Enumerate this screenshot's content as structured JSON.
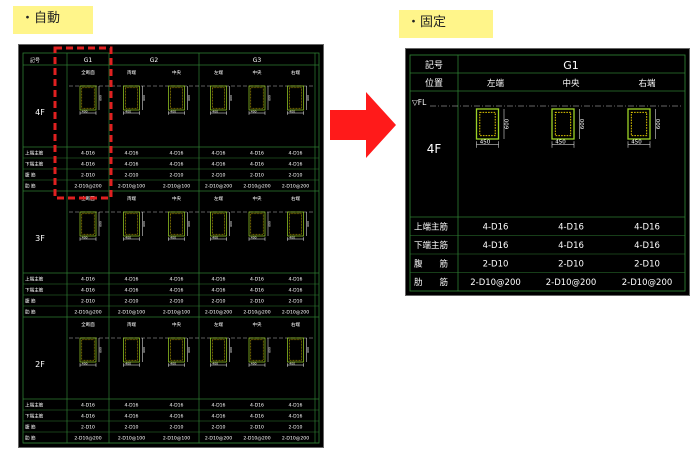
{
  "labels": {
    "auto": "・自動",
    "fixed": "・固定"
  },
  "colors": {
    "grid": "#2e7d32",
    "section": "#9cd126",
    "rebar": "#ffe400",
    "highlight": "#e02020",
    "arrow": "#ff1a1a"
  },
  "left": {
    "header": {
      "sign": "記号",
      "beams": [
        "G1",
        "G2",
        "G3"
      ]
    },
    "floors": [
      {
        "floor": "4F",
        "positions": [
          "全断面",
          "両端",
          "中央",
          "左端",
          "中央",
          "右端"
        ],
        "rows": [
          {
            "label": "上端主筋",
            "vals": [
              "4-D16",
              "4-D16",
              "4-D16",
              "4-D16",
              "4-D16",
              "4-D16"
            ]
          },
          {
            "label": "下端主筋",
            "vals": [
              "4-D16",
              "4-D16",
              "4-D16",
              "4-D16",
              "4-D16",
              "4-D16"
            ]
          },
          {
            "label": "腹 筋",
            "vals": [
              "2-D10",
              "2-D10",
              "2-D10",
              "2-D10",
              "2-D10",
              "2-D10"
            ]
          },
          {
            "label": "肋 筋",
            "vals": [
              "2-D10@200",
              "2-D10@100",
              "2-D10@100",
              "2-D10@200",
              "2-D10@200",
              "2-D10@200"
            ]
          }
        ]
      },
      {
        "floor": "3F",
        "positions": [
          "全断面",
          "両端",
          "中央",
          "左端",
          "中央",
          "右端"
        ],
        "rows": [
          {
            "label": "上端主筋",
            "vals": [
              "4-D16",
              "4-D16",
              "4-D16",
              "4-D16",
              "4-D16",
              "4-D16"
            ]
          },
          {
            "label": "下端主筋",
            "vals": [
              "4-D16",
              "4-D16",
              "4-D16",
              "4-D16",
              "4-D16",
              "4-D16"
            ]
          },
          {
            "label": "腹 筋",
            "vals": [
              "2-D10",
              "2-D10",
              "2-D10",
              "2-D10",
              "2-D10",
              "2-D10"
            ]
          },
          {
            "label": "肋 筋",
            "vals": [
              "2-D10@200",
              "2-D10@100",
              "2-D10@100",
              "2-D10@200",
              "2-D10@200",
              "2-D10@200"
            ]
          }
        ]
      },
      {
        "floor": "2F",
        "positions": [
          "全断面",
          "両端",
          "中央",
          "左端",
          "中央",
          "右端"
        ],
        "rows": [
          {
            "label": "上端主筋",
            "vals": [
              "4-D16",
              "4-D16",
              "4-D16",
              "4-D16",
              "4-D16",
              "4-D16"
            ]
          },
          {
            "label": "下端主筋",
            "vals": [
              "4-D16",
              "4-D16",
              "4-D16",
              "4-D16",
              "4-D16",
              "4-D16"
            ]
          },
          {
            "label": "腹 筋",
            "vals": [
              "2-D10",
              "2-D10",
              "2-D10",
              "2-D10",
              "2-D10",
              "2-D10"
            ]
          },
          {
            "label": "肋 筋",
            "vals": [
              "2-D10@200",
              "2-D10@100",
              "2-D10@100",
              "2-D10@200",
              "2-D10@200",
              "2-D10@200"
            ]
          }
        ]
      }
    ],
    "dims": {
      "width": "400",
      "height": "600"
    }
  },
  "right": {
    "sign_label": "記号",
    "beam": "G1",
    "position_label": "位置",
    "positions": [
      "左端",
      "中央",
      "右端"
    ],
    "level": "▽FL",
    "floor": "4F",
    "dims": {
      "width": "450",
      "height": "600"
    },
    "rows": [
      {
        "label": "上端主筋",
        "vals": [
          "4-D16",
          "4-D16",
          "4-D16"
        ]
      },
      {
        "label": "下端主筋",
        "vals": [
          "4-D16",
          "4-D16",
          "4-D16"
        ]
      },
      {
        "label": "腹　　筋",
        "vals": [
          "2-D10",
          "2-D10",
          "2-D10"
        ]
      },
      {
        "label": "肋　　筋",
        "vals": [
          "2-D10@200",
          "2-D10@200",
          "2-D10@200"
        ]
      }
    ]
  }
}
